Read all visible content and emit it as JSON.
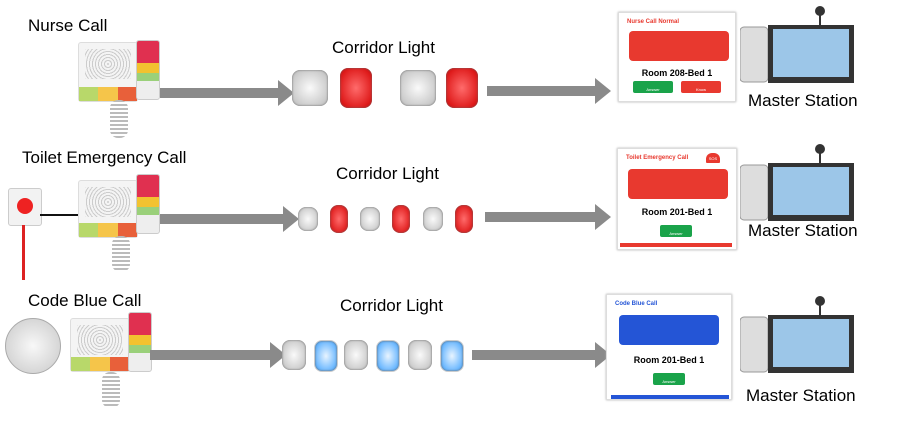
{
  "rows": [
    {
      "title": "Nurse Call",
      "corridor": "Corridor Light",
      "station": "Master Station",
      "screen": {
        "title": "Nurse Call Normal",
        "room": "Room 208-Bed 1",
        "buttons": [
          "Answer",
          "Know"
        ],
        "accent": "#e8392f"
      }
    },
    {
      "title": "Toilet Emergency Call",
      "corridor": "Corridor Light",
      "station": "Master Station",
      "screen": {
        "title": "Toilet Emergency Call",
        "room": "Room 201-Bed 1",
        "buttons": [
          "Answer"
        ],
        "badge": "SOS",
        "accent": "#e8392f"
      }
    },
    {
      "title": "Code Blue Call",
      "corridor": "Corridor Light",
      "station": "Master Station",
      "screen": {
        "title": "Code Blue Call",
        "room": "Room 201-Bed 1",
        "buttons": [
          "Answer"
        ],
        "accent": "#2455d6"
      }
    }
  ],
  "colors": {
    "arrow": "#8a8a8a",
    "red_light": "#e01010",
    "blue_light": "#3aa0ff",
    "answer": "#1aa34a"
  }
}
